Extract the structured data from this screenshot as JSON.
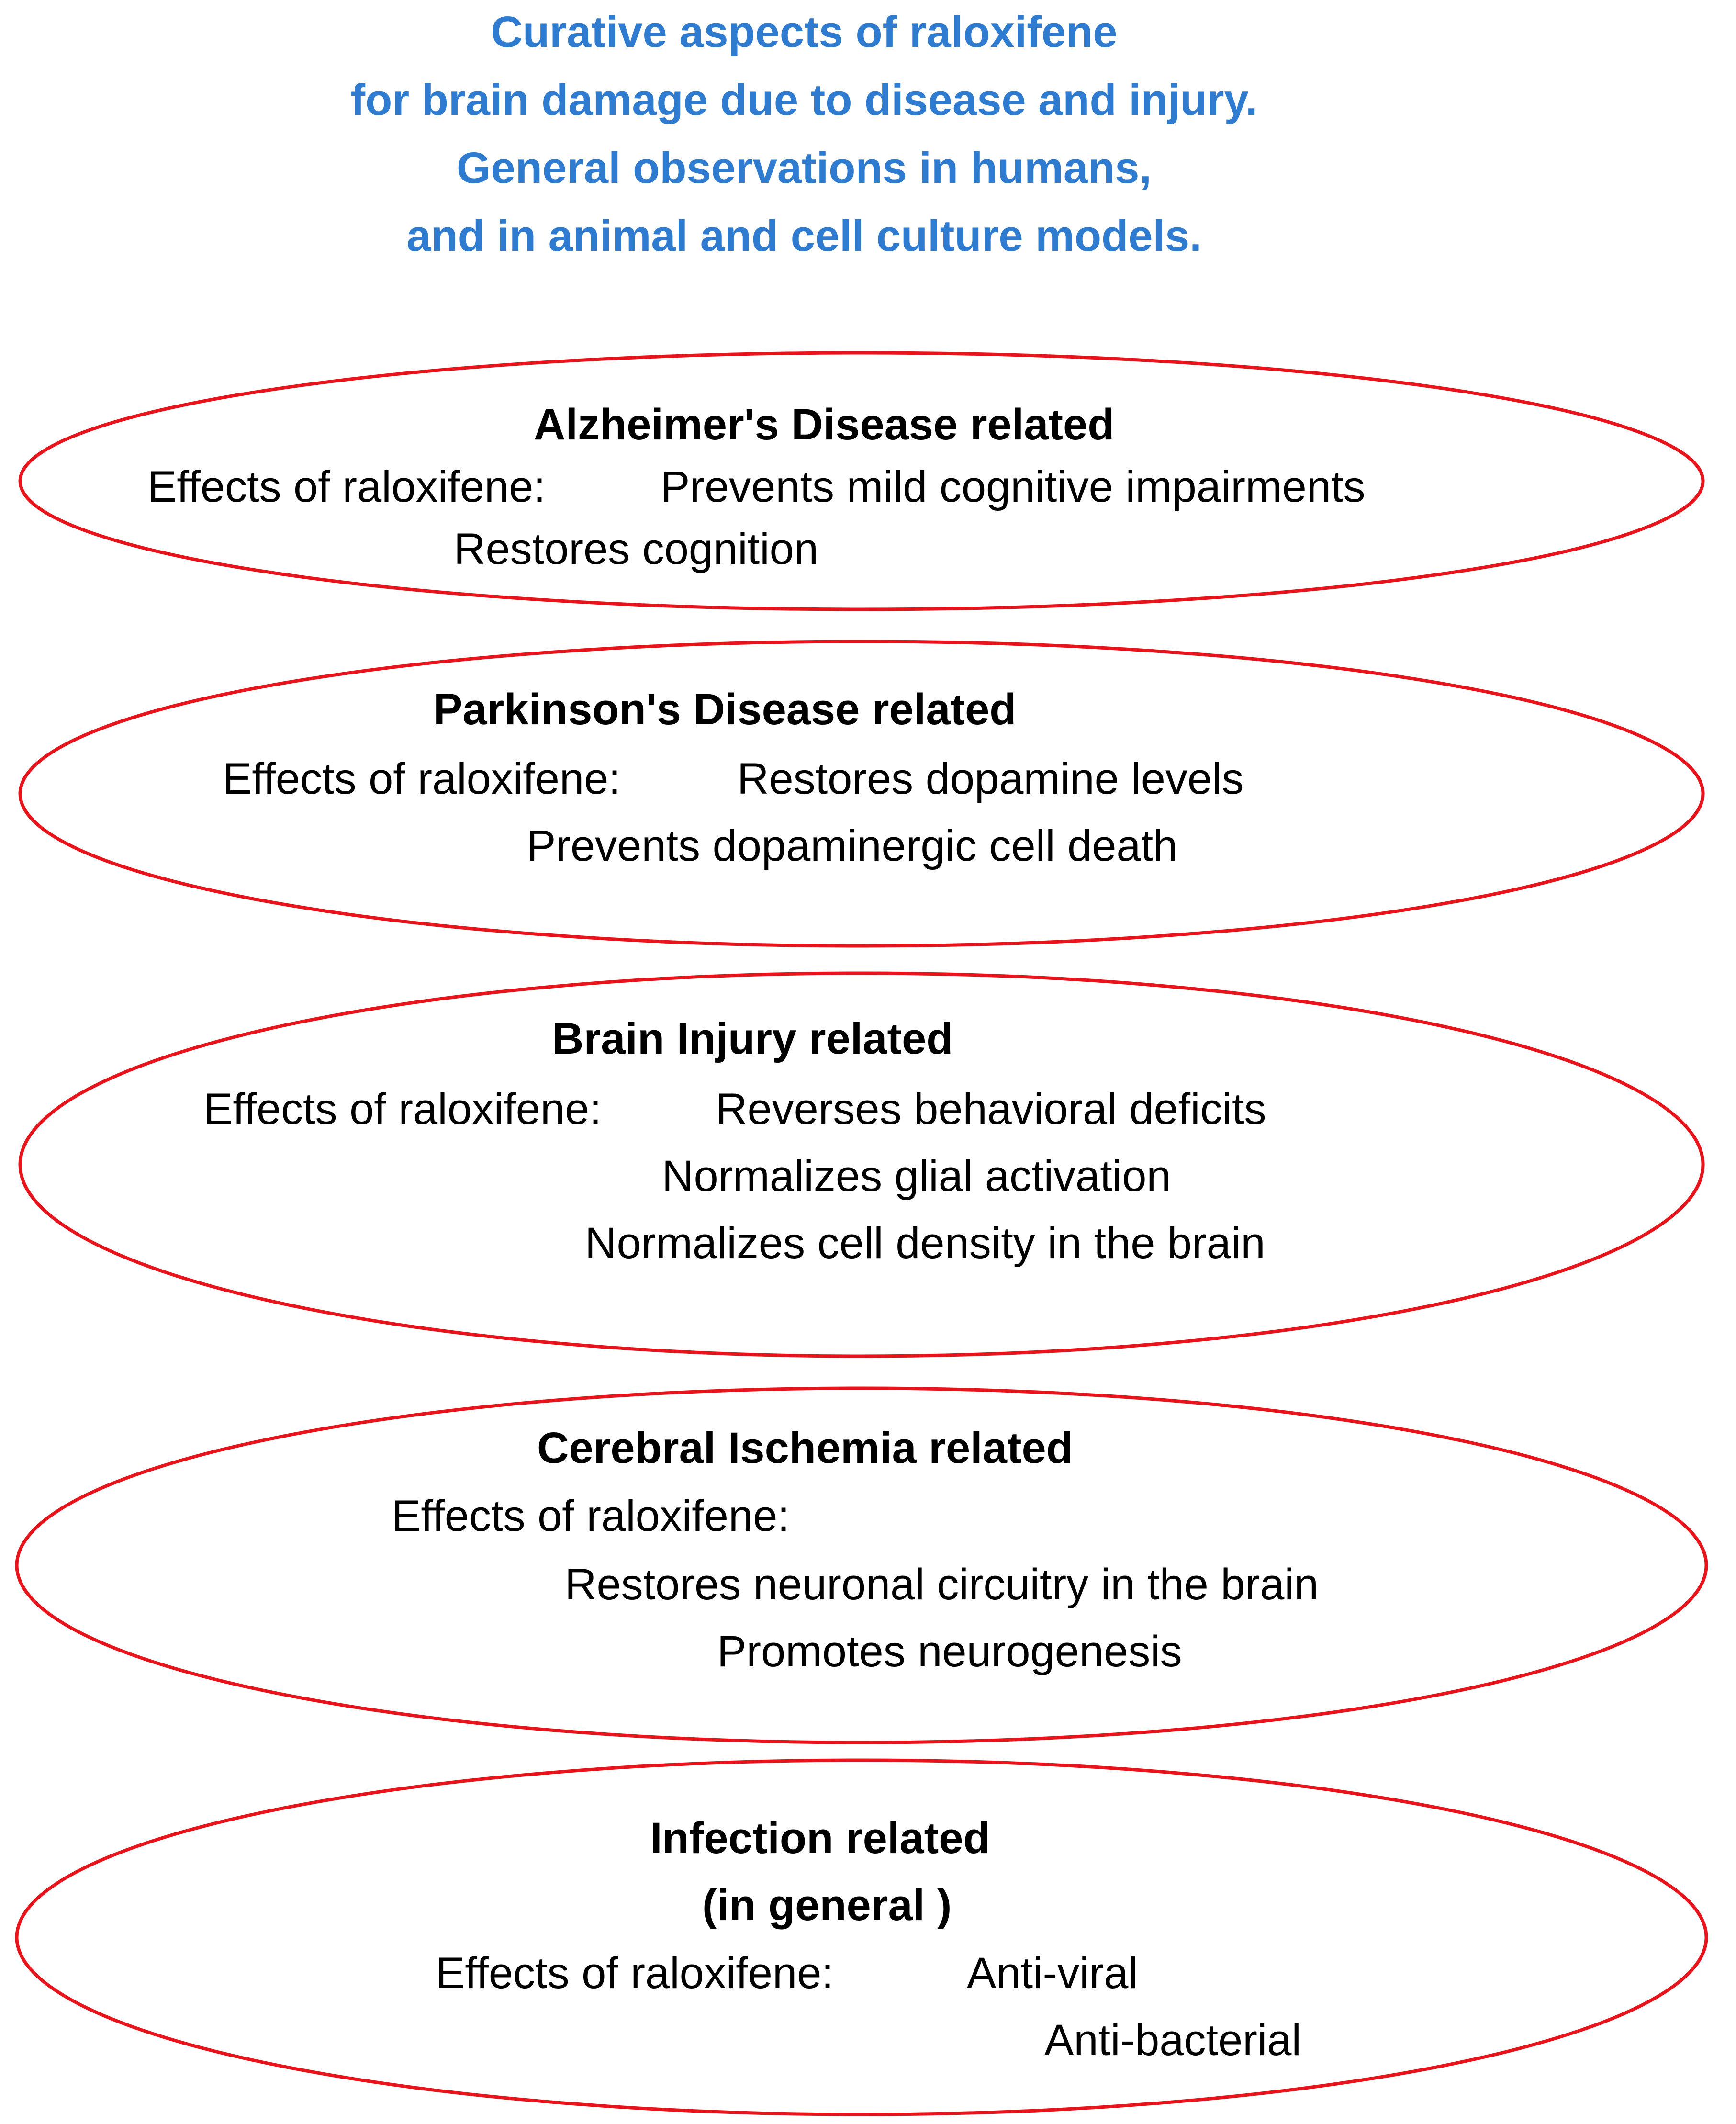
{
  "title": {
    "lines": [
      "Curative aspects of raloxifene",
      "for brain damage due to disease and injury.",
      "General observations in humans,",
      "and in animal and cell culture models."
    ]
  },
  "colors": {
    "title": "#2e7bcf",
    "oval_stroke": "#e8141c",
    "text": "#000000"
  },
  "sections": [
    {
      "heading": [
        "Alzheimer's Disease related"
      ],
      "label": "Effects of raloxifene:",
      "effects": [
        "Prevents mild cognitive impairments",
        "Restores cognition"
      ]
    },
    {
      "heading": [
        "Parkinson's Disease related"
      ],
      "label": "Effects of raloxifene:",
      "effects": [
        "Restores dopamine levels",
        "Prevents dopaminergic cell death"
      ]
    },
    {
      "heading": [
        "Brain Injury related"
      ],
      "label": "Effects of raloxifene:",
      "effects": [
        "Reverses behavioral deficits",
        "Normalizes glial activation",
        "Normalizes cell density in the brain"
      ]
    },
    {
      "heading": [
        "Cerebral Ischemia related"
      ],
      "label": "Effects of raloxifene:",
      "effects": [
        "Restores neuronal circuitry in the brain",
        "Promotes neurogenesis"
      ]
    },
    {
      "heading": [
        "Infection related",
        "(in general )"
      ],
      "label": "Effects of raloxifene:",
      "effects": [
        "Anti-viral",
        "Anti-bacterial"
      ]
    }
  ]
}
